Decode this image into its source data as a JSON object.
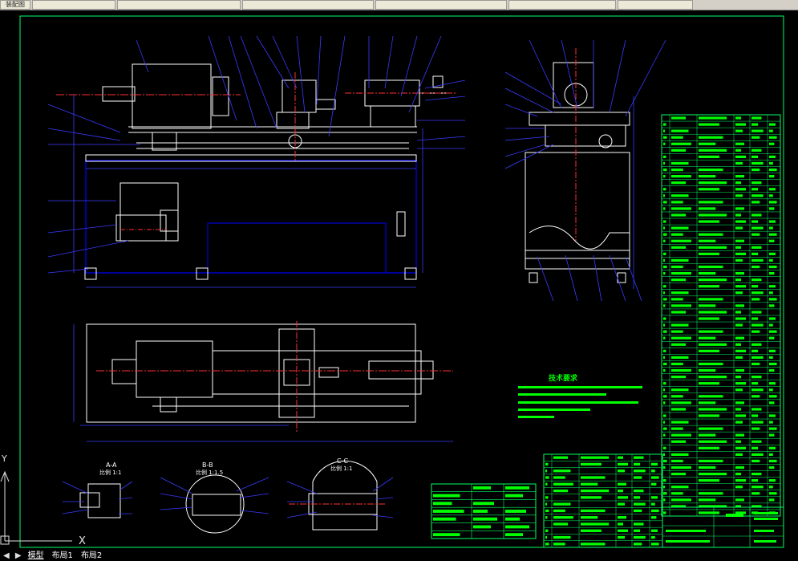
{
  "topbar": {
    "tabs": [
      "装配图",
      "",
      "",
      "",
      "",
      "",
      ""
    ]
  },
  "view_markers": {
    "section_a": "A-A",
    "section_a_scale": "比例 1:1",
    "section_b": "B-B",
    "section_b_scale": "比例 1:1.5",
    "section_c": "C-C",
    "section_c_scale": "比例 1:1"
  },
  "technical_requirements": {
    "title": "技术要求"
  },
  "ucs": {
    "x_label": "X",
    "y_label": "Y"
  },
  "layout_tabs": {
    "arrows": "◀ ▶",
    "items": [
      "模型",
      "布局1",
      "布局2"
    ],
    "active": "模型"
  },
  "colors": {
    "background": "#000000",
    "outline": "#0000ff",
    "leader": "#3a3aff",
    "part": "#ffffff",
    "center": "#ff3030",
    "text": "#00ff00",
    "frame": "#00ff66"
  }
}
